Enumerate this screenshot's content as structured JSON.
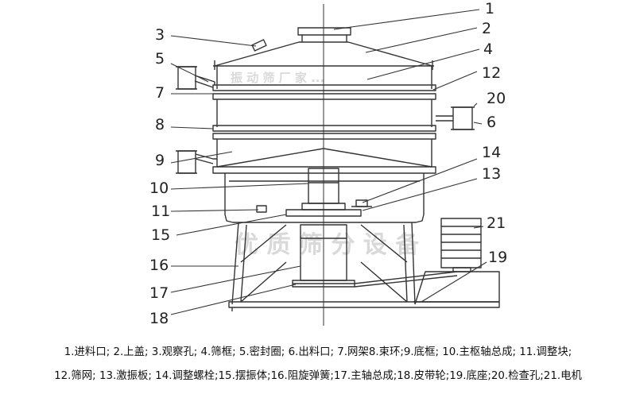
{
  "labels": {
    "n1": "1",
    "n2": "2",
    "n3": "3",
    "n4": "4",
    "n5": "5",
    "n6": "6",
    "n7": "7",
    "n8": "8",
    "n9": "9",
    "n10": "10",
    "n11": "11",
    "n12": "12",
    "n13": "13",
    "n14": "14",
    "n15": "15",
    "n16": "16",
    "n17": "17",
    "n18": "18",
    "n19": "19",
    "n20": "20",
    "n21": "21"
  },
  "watermark": {
    "top": "振 动 筛 厂 家 ...",
    "bottom": "优 质 筛 分 设 备"
  },
  "caption": {
    "line1": "1.进料口; 2.上盖; 3.观察孔; 4.筛框; 5.密封圈; 6.出料口; 7.网架8.束环;9.底框; 10.主枢轴总成; 11.调整块;",
    "line2": "12.筛网; 13.激振板; 14.调整螺栓;15.摆振体;16.阻旋弹簧;17.主轴总成;18.皮带轮;19.底座;20.检查孔;21.电机"
  },
  "colors": {
    "line": "#333333",
    "watermark": "#d9d9d9"
  }
}
